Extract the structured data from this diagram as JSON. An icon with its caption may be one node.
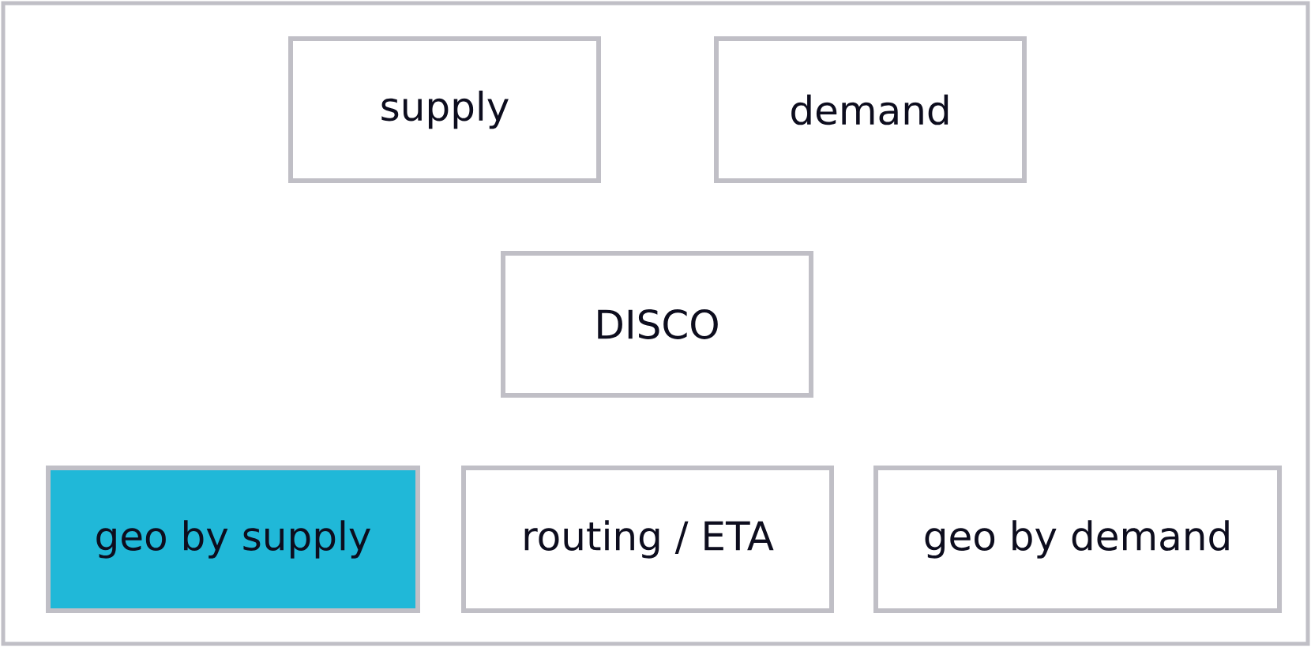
{
  "diagram": {
    "nodes": [
      {
        "text": [
          "supply"
        ]
      },
      {
        "text": [
          "demand"
        ]
      },
      {
        "text": [
          "DISCO"
        ]
      },
      {
        "text": [
          "geo by supply"
        ]
      },
      {
        "text": [
          "routing / ETA"
        ]
      },
      {
        "text": [
          "geo by demand"
        ]
      }
    ]
  }
}
